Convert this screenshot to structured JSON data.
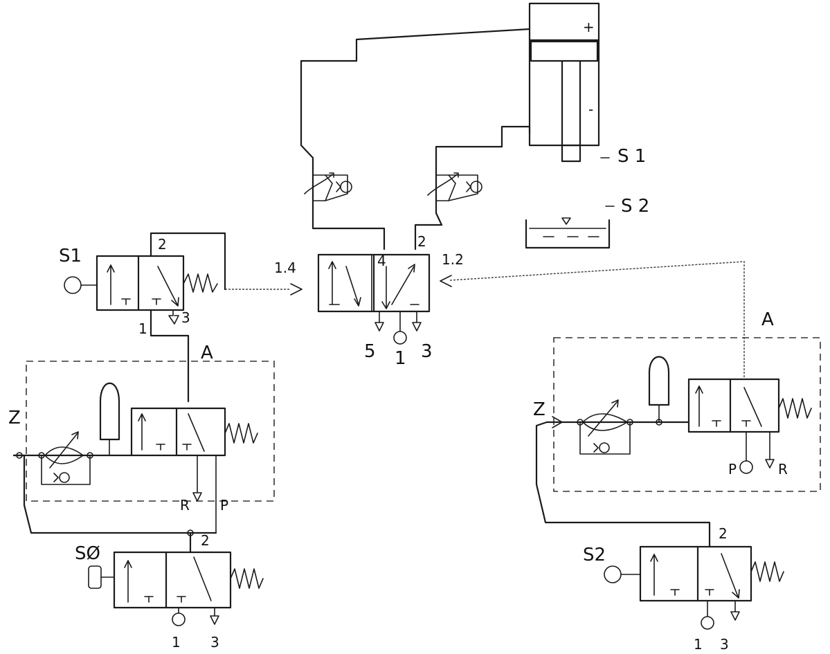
{
  "labels": {
    "cyl_plus": "+",
    "cyl_minus": "-",
    "s1_right": "S 1",
    "s2_right": "S 2",
    "v_s1": "S1",
    "v_s1_port2": "2",
    "v_s1_port1": "1",
    "v_s1_port3": "3",
    "main_14": "1.4",
    "main_12": "1.2",
    "main_4": "4",
    "main_2": "2",
    "main_5": "5",
    "main_1": "1",
    "main_3": "3",
    "a_left": "A",
    "a_right": "A",
    "z_left": "Z",
    "z_right": "Z",
    "r_left": "R",
    "p_left": "P",
    "p_right": "P",
    "r_right": "R",
    "v_s0": "SØ",
    "v_s0_port2": "2",
    "v_s0_port1": "1",
    "v_s0_port3": "3",
    "v_s2": "S2",
    "v_s2_port2": "2",
    "v_s2_port1": "1",
    "v_s2_port3": "3"
  }
}
